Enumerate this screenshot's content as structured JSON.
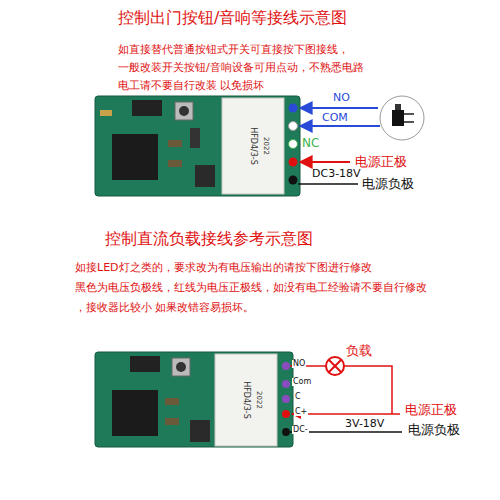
{
  "diagram": {
    "title": "控制出门按钮/音响等接线示意图",
    "labels": [
      "如直接替代普通按钮式开关可直接按下图接线，",
      "一般改装开关按钮/音响设备可用点动，不熟悉电路",
      "电工请不要自行改装 以免损坏",
      "HFD4/3-S",
      "2022",
      "NO",
      "COM",
      "NC",
      "电源正极",
      "DC3-18V",
      "电源负极",
      "控制直流负载接线参考示意图",
      "如接LED灯之类的，要求改为有电压输出的请按下图进行修改",
      "黑色为电压负极线，红线为电压正极线，如没有电工经验请不要自行修改",
      "，接收器比较小 如果改错容易损坏。",
      "HFD4/3-S",
      "2022",
      "NO",
      "Com",
      "C",
      "C+",
      "DC-",
      "负载",
      "电源正极",
      "3V-18V",
      "电源负极"
    ]
  }
}
